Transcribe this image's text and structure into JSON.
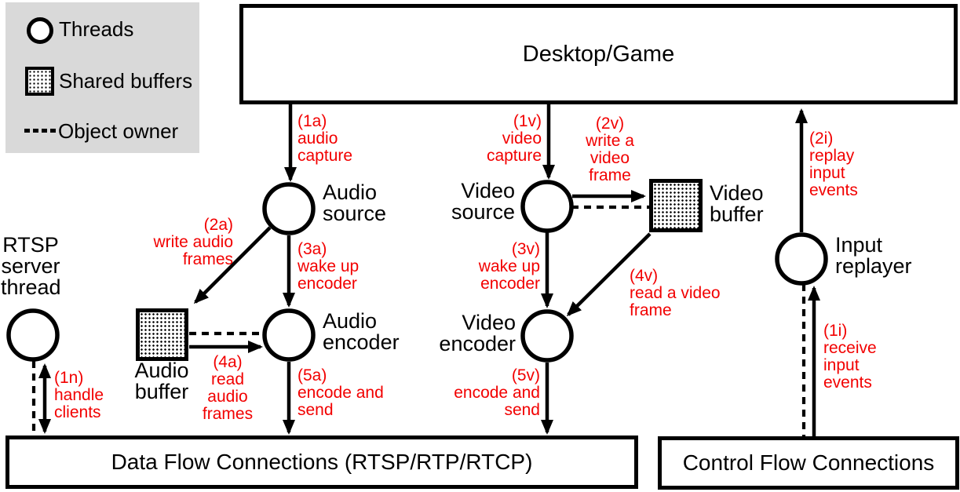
{
  "colors": {
    "annotation_red": "#f20000",
    "legend_background": "#d9d9d9",
    "ink_black": "#000000"
  },
  "legend": {
    "threads_label": "Threads",
    "shared_buffers_label": "Shared buffers",
    "object_owner_label": "Object owner"
  },
  "containers": {
    "desktop_game": "Desktop/Game",
    "data_flow": "Data Flow Connections (RTSP/RTP/RTCP)",
    "control_flow": "Control Flow Connections"
  },
  "nodes": {
    "rtsp_thread": "RTSP\nserver\nthread",
    "audio_source": "Audio\nsource",
    "audio_encoder": "Audio\nencoder",
    "audio_buffer": "Audio\nbuffer",
    "video_source": "Video\nsource",
    "video_encoder": "Video\nencoder",
    "video_buffer": "Video\nbuffer",
    "input_replayer": "Input\nreplayer"
  },
  "edge_labels": {
    "a1": "(1a)\naudio\ncapture",
    "a2": "(2a)\nwrite audio\nframes",
    "a3": "(3a)\nwake up\nencoder",
    "a4": "(4a)\nread\naudio\nframes",
    "a5": "(5a)\nencode and\nsend",
    "v1": "(1v)\nvideo\ncapture",
    "v2": "(2v)\nwrite a\nvideo\nframe",
    "v3": "(3v)\nwake up\nencoder",
    "v4": "(4v)\nread a video\nframe",
    "v5": "(5v)\nencode and\nsend",
    "i1": "(1i)\nreceive\ninput\nevents",
    "i2": "(2i)\nreplay\ninput\nevents",
    "n1": "(1n)\nhandle\nclients"
  }
}
